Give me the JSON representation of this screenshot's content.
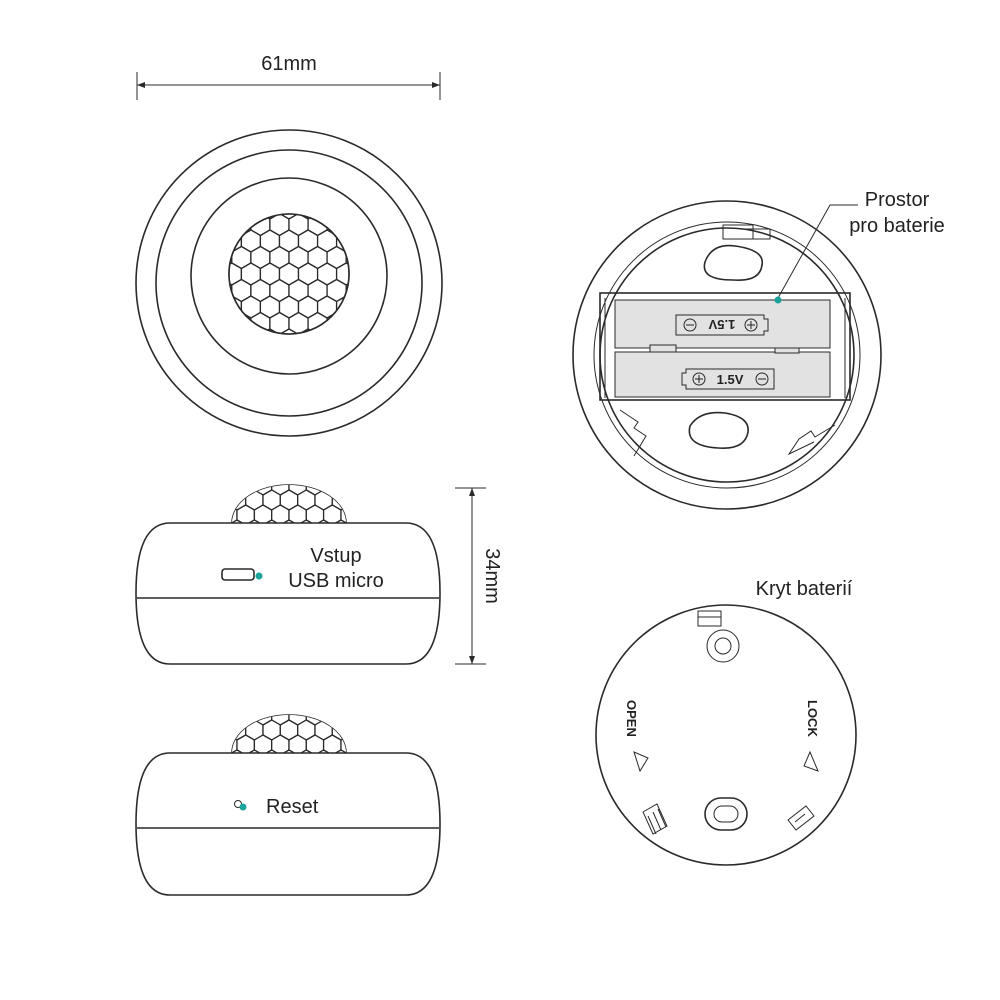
{
  "dimensions": {
    "width_label": "61mm",
    "height_label": "34mm"
  },
  "side_view": {
    "usb_label_line1": "Vstup",
    "usb_label_line2": "USB micro",
    "reset_label": "Reset"
  },
  "battery_view": {
    "callout_line1": "Prostor",
    "callout_line2": "pro baterie",
    "battery_top": "1.5V",
    "battery_bottom": "1.5V",
    "plus": "+",
    "minus": "−"
  },
  "cover_view": {
    "title": "Kryt baterií",
    "open_label": "OPEN",
    "lock_label": "LOCK"
  },
  "colors": {
    "accent": "#1ba39c",
    "battery_fill": "#e2e2e2",
    "line": "#2a2a2a"
  }
}
